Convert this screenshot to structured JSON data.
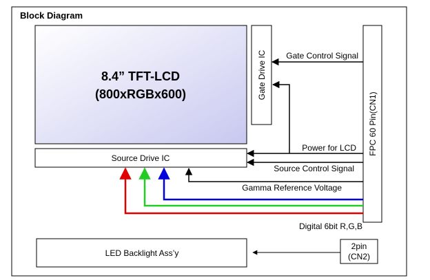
{
  "title": "Block Diagram",
  "panel": {
    "line1": "8.4” TFT-LCD",
    "line2": "(800xRGBx600)",
    "gradient_start": "#ffffff",
    "gradient_end": "#c8c8f0"
  },
  "blocks": {
    "gate_drive": "Gate Drive IC",
    "source_drive": "Source Drive IC",
    "fpc": "FPC 60 Pin(CN1)",
    "backlight": "LED Backlight Ass’y",
    "connector_line1": "2pin",
    "connector_line2": "(CN2)"
  },
  "signals": {
    "gate_control": "Gate Control Signal",
    "power": "Power for LCD",
    "source_control": "Source Control Signal",
    "gamma": "Gamma Reference Voltage",
    "digital": "Digital 6bit R,G,B"
  },
  "colors": {
    "red": "#e00000",
    "green": "#22cc22",
    "blue": "#0000dd",
    "line": "#000000"
  }
}
